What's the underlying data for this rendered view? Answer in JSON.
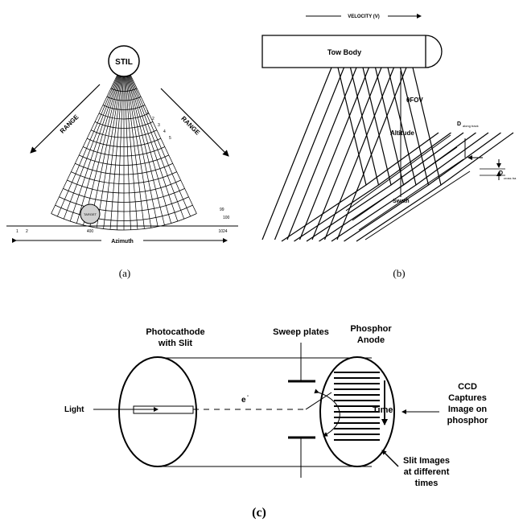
{
  "panel_a": {
    "caption": "(a)",
    "source_label": "STIL",
    "range_left": "RANGE",
    "range_right": "RANGE",
    "target_label": "TARGET",
    "azimuth_label": "Azimuth",
    "beam_start": "1",
    "beam_second": "2",
    "beam_mid": "400",
    "beam_end": "1024",
    "range_ticks": [
      "1",
      "2",
      "3",
      "4",
      "5",
      "99",
      "100"
    ]
  },
  "panel_b": {
    "caption": "(b)",
    "velocity_label": "VELOCITY (V)",
    "tow_body_label": "Tow Body",
    "fov_label": "θFOV",
    "altitude_label": "Altitude",
    "d_along_label": "D",
    "d_along_sub": "along track",
    "d_cross_label": "D",
    "d_cross_sub": "cross tra",
    "swath_label": "Swath"
  },
  "panel_c": {
    "caption": "(c)",
    "photocathode_line1": "Photocathode",
    "photocathode_line2": "with Slit",
    "sweep_label": "Sweep plates",
    "phosphor_line1": "Phosphor",
    "phosphor_line2": "Anode",
    "light_label": "Light",
    "electron_label": "e",
    "electron_sup": "-",
    "time_label": "Time",
    "ccd_line1": "CCD",
    "ccd_line2": "Captures",
    "ccd_line3": "Image on",
    "ccd_line4": "phosphor",
    "slit_line1": "Slit Images",
    "slit_line2": "at different",
    "slit_line3": "times"
  }
}
